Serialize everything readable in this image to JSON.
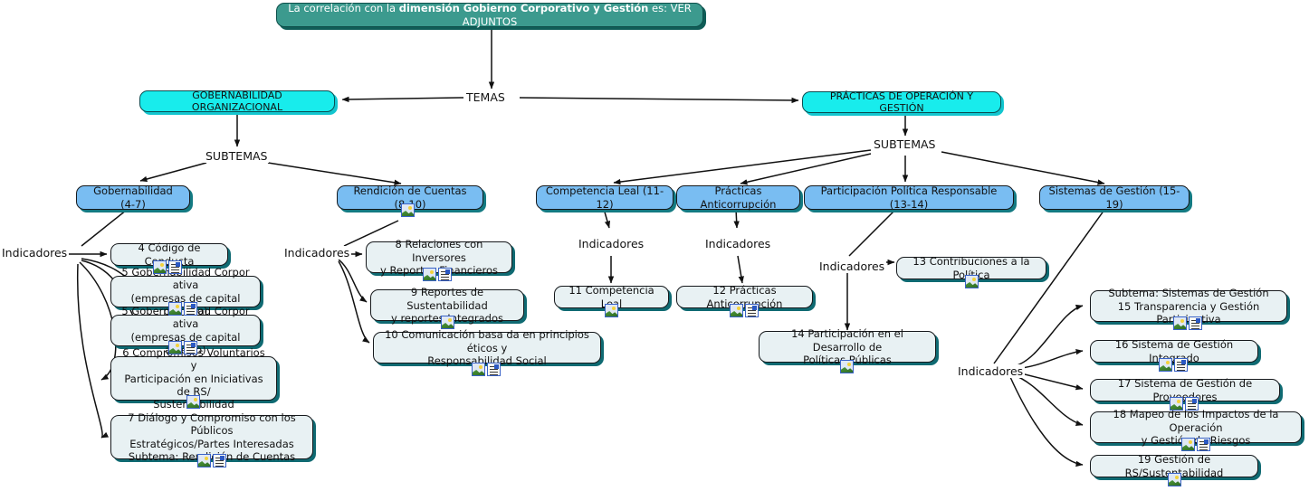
{
  "diagram": {
    "title_node": {
      "prefix": "La correlación con la ",
      "emphasis": "dimensión Gobierno Corporativo y Gestión",
      "suffix": " es: VER ADJUNTOS"
    },
    "edge_labels": {
      "temas": "TEMAS",
      "subtemas_left": "SUBTEMAS",
      "subtemas_right": "SUBTEMAS",
      "indicadores_1": "Indicadores",
      "indicadores_2": "Indicadores",
      "indicadores_3": "Indicadores",
      "indicadores_4": "Indicadores",
      "indicadores_5": "Indicadores",
      "indicadores_6": "Indicadores"
    },
    "themes": [
      {
        "id": "gobernabilidad-organizacional",
        "label": "GOBERNABILIDAD ORGANIZACIONAL"
      },
      {
        "id": "practicas-operacion-gestion",
        "label": "PRÁCTICAS DE OPERACIÓN Y GESTIÓN"
      }
    ],
    "subtopics": [
      {
        "id": "gobernabilidad-4-7",
        "label": "Gobernabilidad (4-7)",
        "icons": []
      },
      {
        "id": "rendicion-de-cuentas-8-10",
        "label": "Rendición de Cuentas (8-10)",
        "icons": [
          "picture-icon"
        ]
      },
      {
        "id": "competencia-leal-11-12",
        "label": "Competencia Leal (11-12)",
        "icons": []
      },
      {
        "id": "practicas-anticorrupcion",
        "label": "Prácticas Anticorrupción",
        "icons": []
      },
      {
        "id": "participacion-politica-responsable-13-14",
        "label": "Participación Política Responsable (13-14)",
        "icons": []
      },
      {
        "id": "sistemas-de-gestion-15-19",
        "label": "Sistemas de Gestión (15-19)",
        "icons": []
      }
    ],
    "indicators": [
      {
        "id": "ind-4",
        "lines": [
          "4 Código de Conducta"
        ],
        "icons": [
          "picture-icon",
          "document-icon"
        ]
      },
      {
        "id": "ind-5-cerrado",
        "lines": [
          "5 Gobernabilidad Corpor ativa",
          "(empresas de capital cerrado)"
        ],
        "icons": [
          "picture-icon",
          "document-icon"
        ]
      },
      {
        "id": "ind-5-abierto",
        "lines": [
          "5 Gobernabilidad Corpor ativa",
          "(empresas de capital abierto)"
        ],
        "icons": [
          "picture-icon",
          "document-icon"
        ]
      },
      {
        "id": "ind-6",
        "lines": [
          "6 Compromisos Voluntarios y",
          "Participación en Iniciativas de RS/",
          "Sustentabilidad"
        ],
        "icons": [
          "picture-icon"
        ]
      },
      {
        "id": "ind-7",
        "lines": [
          "7 Diálogo y Compromiso con los Públicos",
          "Estratégicos/Partes Interesadas",
          "Subtema: Rendición de Cuentas"
        ],
        "icons": [
          "picture-icon",
          "document-icon"
        ]
      },
      {
        "id": "ind-8",
        "lines": [
          "8 Relaciones con Inversores",
          "y Reportes Financieros"
        ],
        "icons": [
          "picture-icon",
          "document-icon"
        ]
      },
      {
        "id": "ind-9",
        "lines": [
          "9 Reportes de Sustentabilidad",
          "y reportes Integrados"
        ],
        "icons": [
          "picture-icon"
        ]
      },
      {
        "id": "ind-10",
        "lines": [
          "10 Comunicación basa da en principios éticos y",
          "Responsabilidad Social"
        ],
        "icons": [
          "picture-icon",
          "document-icon"
        ]
      },
      {
        "id": "ind-11",
        "lines": [
          "11 Competencia Leal"
        ],
        "icons": [
          "picture-icon"
        ]
      },
      {
        "id": "ind-12",
        "lines": [
          "12 Prácticas Anticorrupción"
        ],
        "icons": [
          "picture-icon",
          "document-icon"
        ]
      },
      {
        "id": "ind-13",
        "lines": [
          "13 Contribuciones a la Política"
        ],
        "icons": [
          "picture-icon"
        ]
      },
      {
        "id": "ind-14",
        "lines": [
          "14 Participación en el Desarrollo de",
          "Políticas Públicas"
        ],
        "icons": [
          "picture-icon"
        ]
      },
      {
        "id": "ind-15",
        "lines": [
          "Subtema: Sistemas de Gestión",
          "15 Transparencia y Gestión Participativa"
        ],
        "icons": [
          "picture-icon",
          "document-icon"
        ]
      },
      {
        "id": "ind-16",
        "lines": [
          "16 Sistema de Gestión Integrado"
        ],
        "icons": [
          "picture-icon",
          "document-icon"
        ]
      },
      {
        "id": "ind-17",
        "lines": [
          "17 Sistema de Gestión de Proveedores"
        ],
        "icons": [
          "picture-icon",
          "document-icon"
        ]
      },
      {
        "id": "ind-18",
        "lines": [
          "18 Mapeo de los Impactos de la Operación",
          "y Gestión de Riesgos"
        ],
        "icons": [
          "picture-icon",
          "document-icon"
        ]
      },
      {
        "id": "ind-19",
        "lines": [
          "19 Gestión de RS/Sustentabilidad"
        ],
        "icons": [
          "picture-icon"
        ]
      }
    ],
    "colors": {
      "root_fill": "#3c9a8e",
      "theme_fill": "#18ecec",
      "subtopic_fill": "#79bdf2",
      "indicator_fill": "#e8f1f3",
      "shadow": "#0f6a72",
      "edge": "#111111",
      "background": "#ffffff"
    }
  }
}
